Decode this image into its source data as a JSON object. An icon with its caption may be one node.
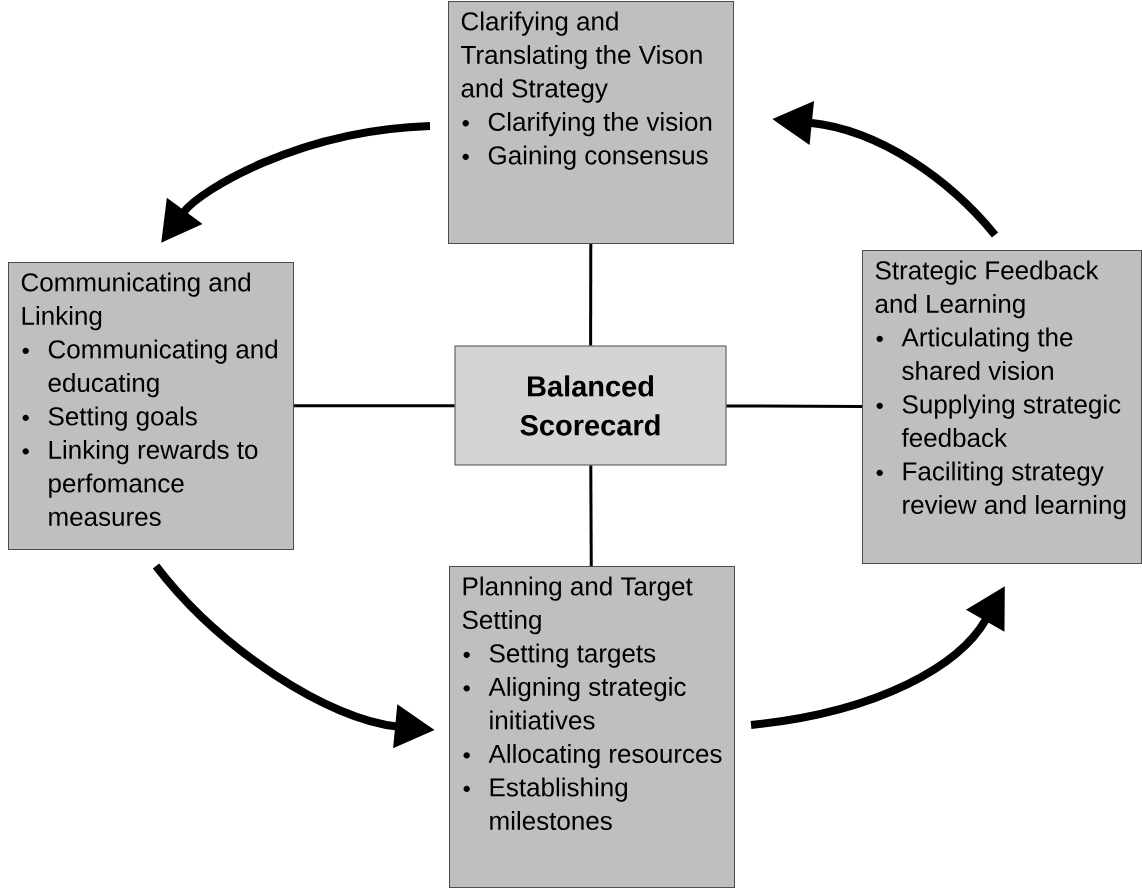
{
  "diagram": {
    "nodes": [
      {
        "text": [
          "Clarifying and Translating the Vison and Strategy",
          "Clarifying the vision",
          "Gaining consensus"
        ]
      },
      {
        "text": [
          "Communicating and Linking",
          "Communicating and educating",
          "Setting goals",
          "Linking rewards to perfomance measures"
        ]
      },
      {
        "text": [
          "Balanced Scorecard"
        ]
      },
      {
        "text": [
          "Strategic Feedback and Learning",
          "Articulating the shared vision",
          "Supplying strategic feedback",
          "Faciliting strategy review and learning"
        ]
      },
      {
        "text": [
          "Planning and Target Setting",
          "Setting targets",
          "Aligning strategic initiatives",
          "Allocating resources",
          "Establishing milestones"
        ]
      }
    ],
    "edges": [
      {
        "from": 0,
        "to": 1,
        "arrow": "to",
        "style": "thick"
      },
      {
        "from": 1,
        "to": 4,
        "arrow": "to",
        "style": "thick"
      },
      {
        "from": 4,
        "to": 3,
        "arrow": "to",
        "style": "thick"
      },
      {
        "from": 3,
        "to": 0,
        "arrow": "to",
        "style": "thick"
      },
      {
        "from": 2,
        "to": 0,
        "arrow": "none"
      },
      {
        "from": 2,
        "to": 1,
        "arrow": "none"
      },
      {
        "from": 2,
        "to": 3,
        "arrow": "none"
      },
      {
        "from": 2,
        "to": 4,
        "arrow": "none"
      }
    ]
  }
}
